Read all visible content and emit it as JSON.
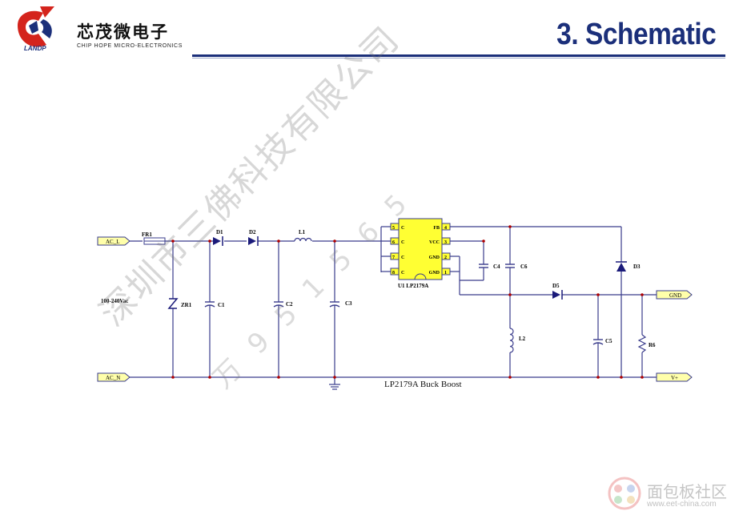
{
  "header": {
    "logo_cn": "芯茂微电子",
    "logo_en": "CHIP HOPE MICRO-ELECTRONICS",
    "logo_brand": "LANDP",
    "title": "3. Schematic"
  },
  "schematic": {
    "terminals": {
      "ac_l": "AC_L",
      "ac_n": "AC_N",
      "gnd": "GND",
      "vplus": "V+"
    },
    "input_voltage": "100-240Vac",
    "parts": {
      "fr1": "FR1",
      "zr1": "ZR1",
      "c1": "C1",
      "d1": "D1",
      "d2": "D2",
      "c2": "C2",
      "l1": "L1",
      "c3": "C3",
      "c4": "C4",
      "c6": "C6",
      "d3": "D3",
      "d5": "D5",
      "l2": "L2",
      "c5": "C5",
      "r6": "R6"
    },
    "ic": {
      "name": "U1 LP2179A",
      "pins_left": [
        {
          "num": "5",
          "name": "C"
        },
        {
          "num": "6",
          "name": "C"
        },
        {
          "num": "7",
          "name": "C"
        },
        {
          "num": "8",
          "name": "C"
        }
      ],
      "pins_right": [
        {
          "num": "4",
          "name": "FB"
        },
        {
          "num": "3",
          "name": "VCC"
        },
        {
          "num": "2",
          "name": "GND"
        },
        {
          "num": "1",
          "name": "GND"
        }
      ]
    },
    "caption": "LP2179A Buck Boost"
  },
  "watermark": {
    "line1": "深圳市三佛科技有限公司",
    "line2": "万 9 5 1 5 6 5"
  },
  "site_watermark": {
    "name": "面包板社区",
    "url": "www.eet-china.com"
  },
  "colors": {
    "title": "#1b2f7a",
    "wire": "#3a3c8c",
    "ic_fill": "#ffff33",
    "junction": "#b00000",
    "terminal_fill": "#ffffaa"
  }
}
